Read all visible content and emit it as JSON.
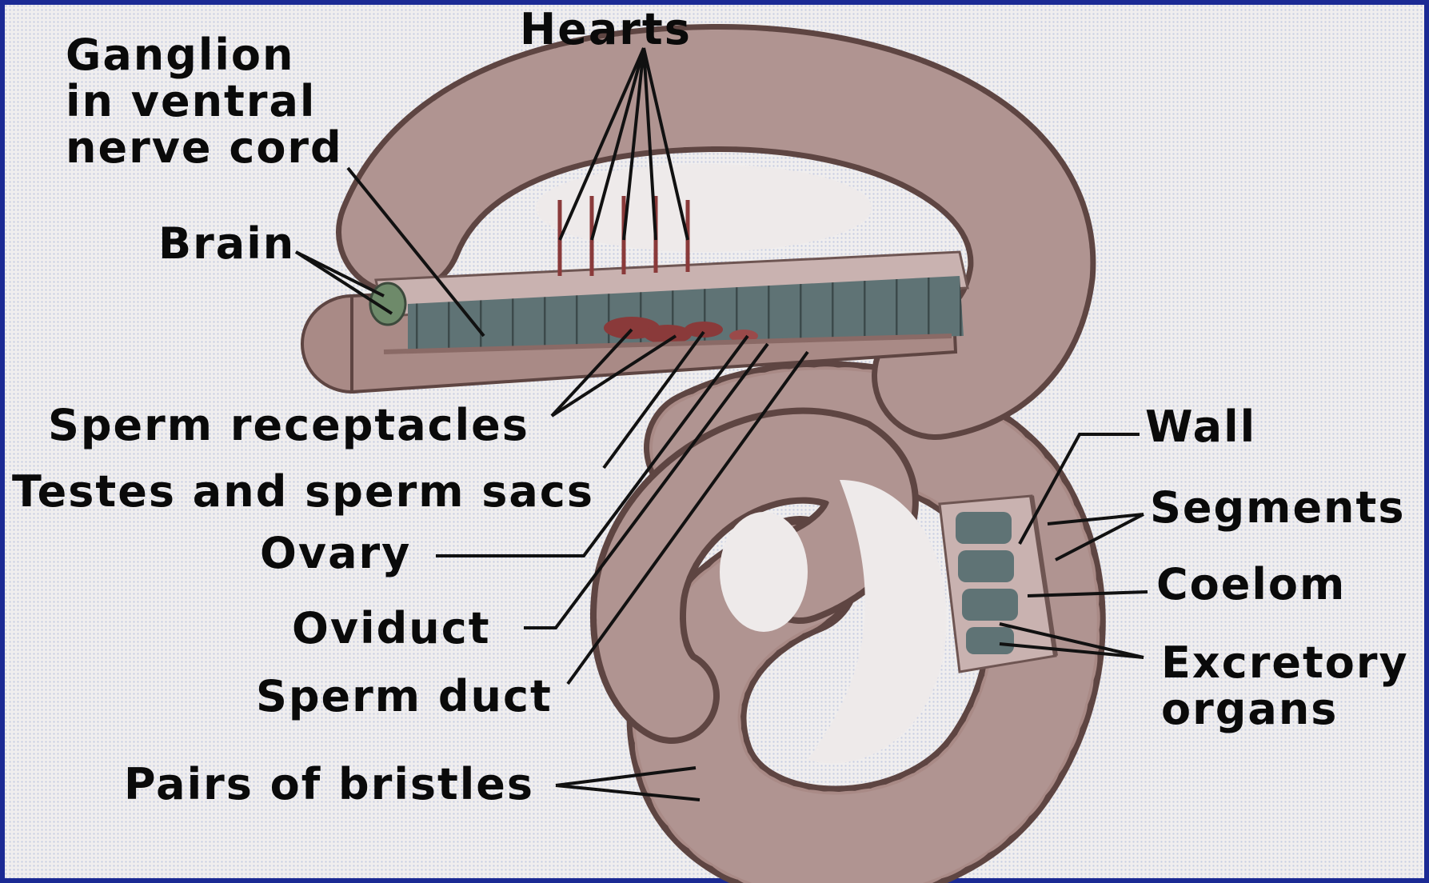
{
  "labels": {
    "hearts": "Hearts",
    "ganglion": [
      "Ganglion",
      "in ventral",
      "nerve cord"
    ],
    "brain": "Brain",
    "sperm_receptacles": "Sperm receptacles",
    "testes": "Testes and sperm sacs",
    "ovary": "Ovary",
    "oviduct": "Oviduct",
    "sperm_duct": "Sperm duct",
    "bristles": "Pairs of bristles",
    "wall": "Wall",
    "segments": "Segments",
    "coelom": "Coelom",
    "excretory": [
      "Excretory",
      "organs"
    ]
  },
  "colors": {
    "border": "#1b2a94",
    "body": "#a98a86",
    "body_dark": "#6e5552",
    "gut": "#5f7375",
    "reproductive": "#8a3a3a",
    "leader": "#111111"
  }
}
